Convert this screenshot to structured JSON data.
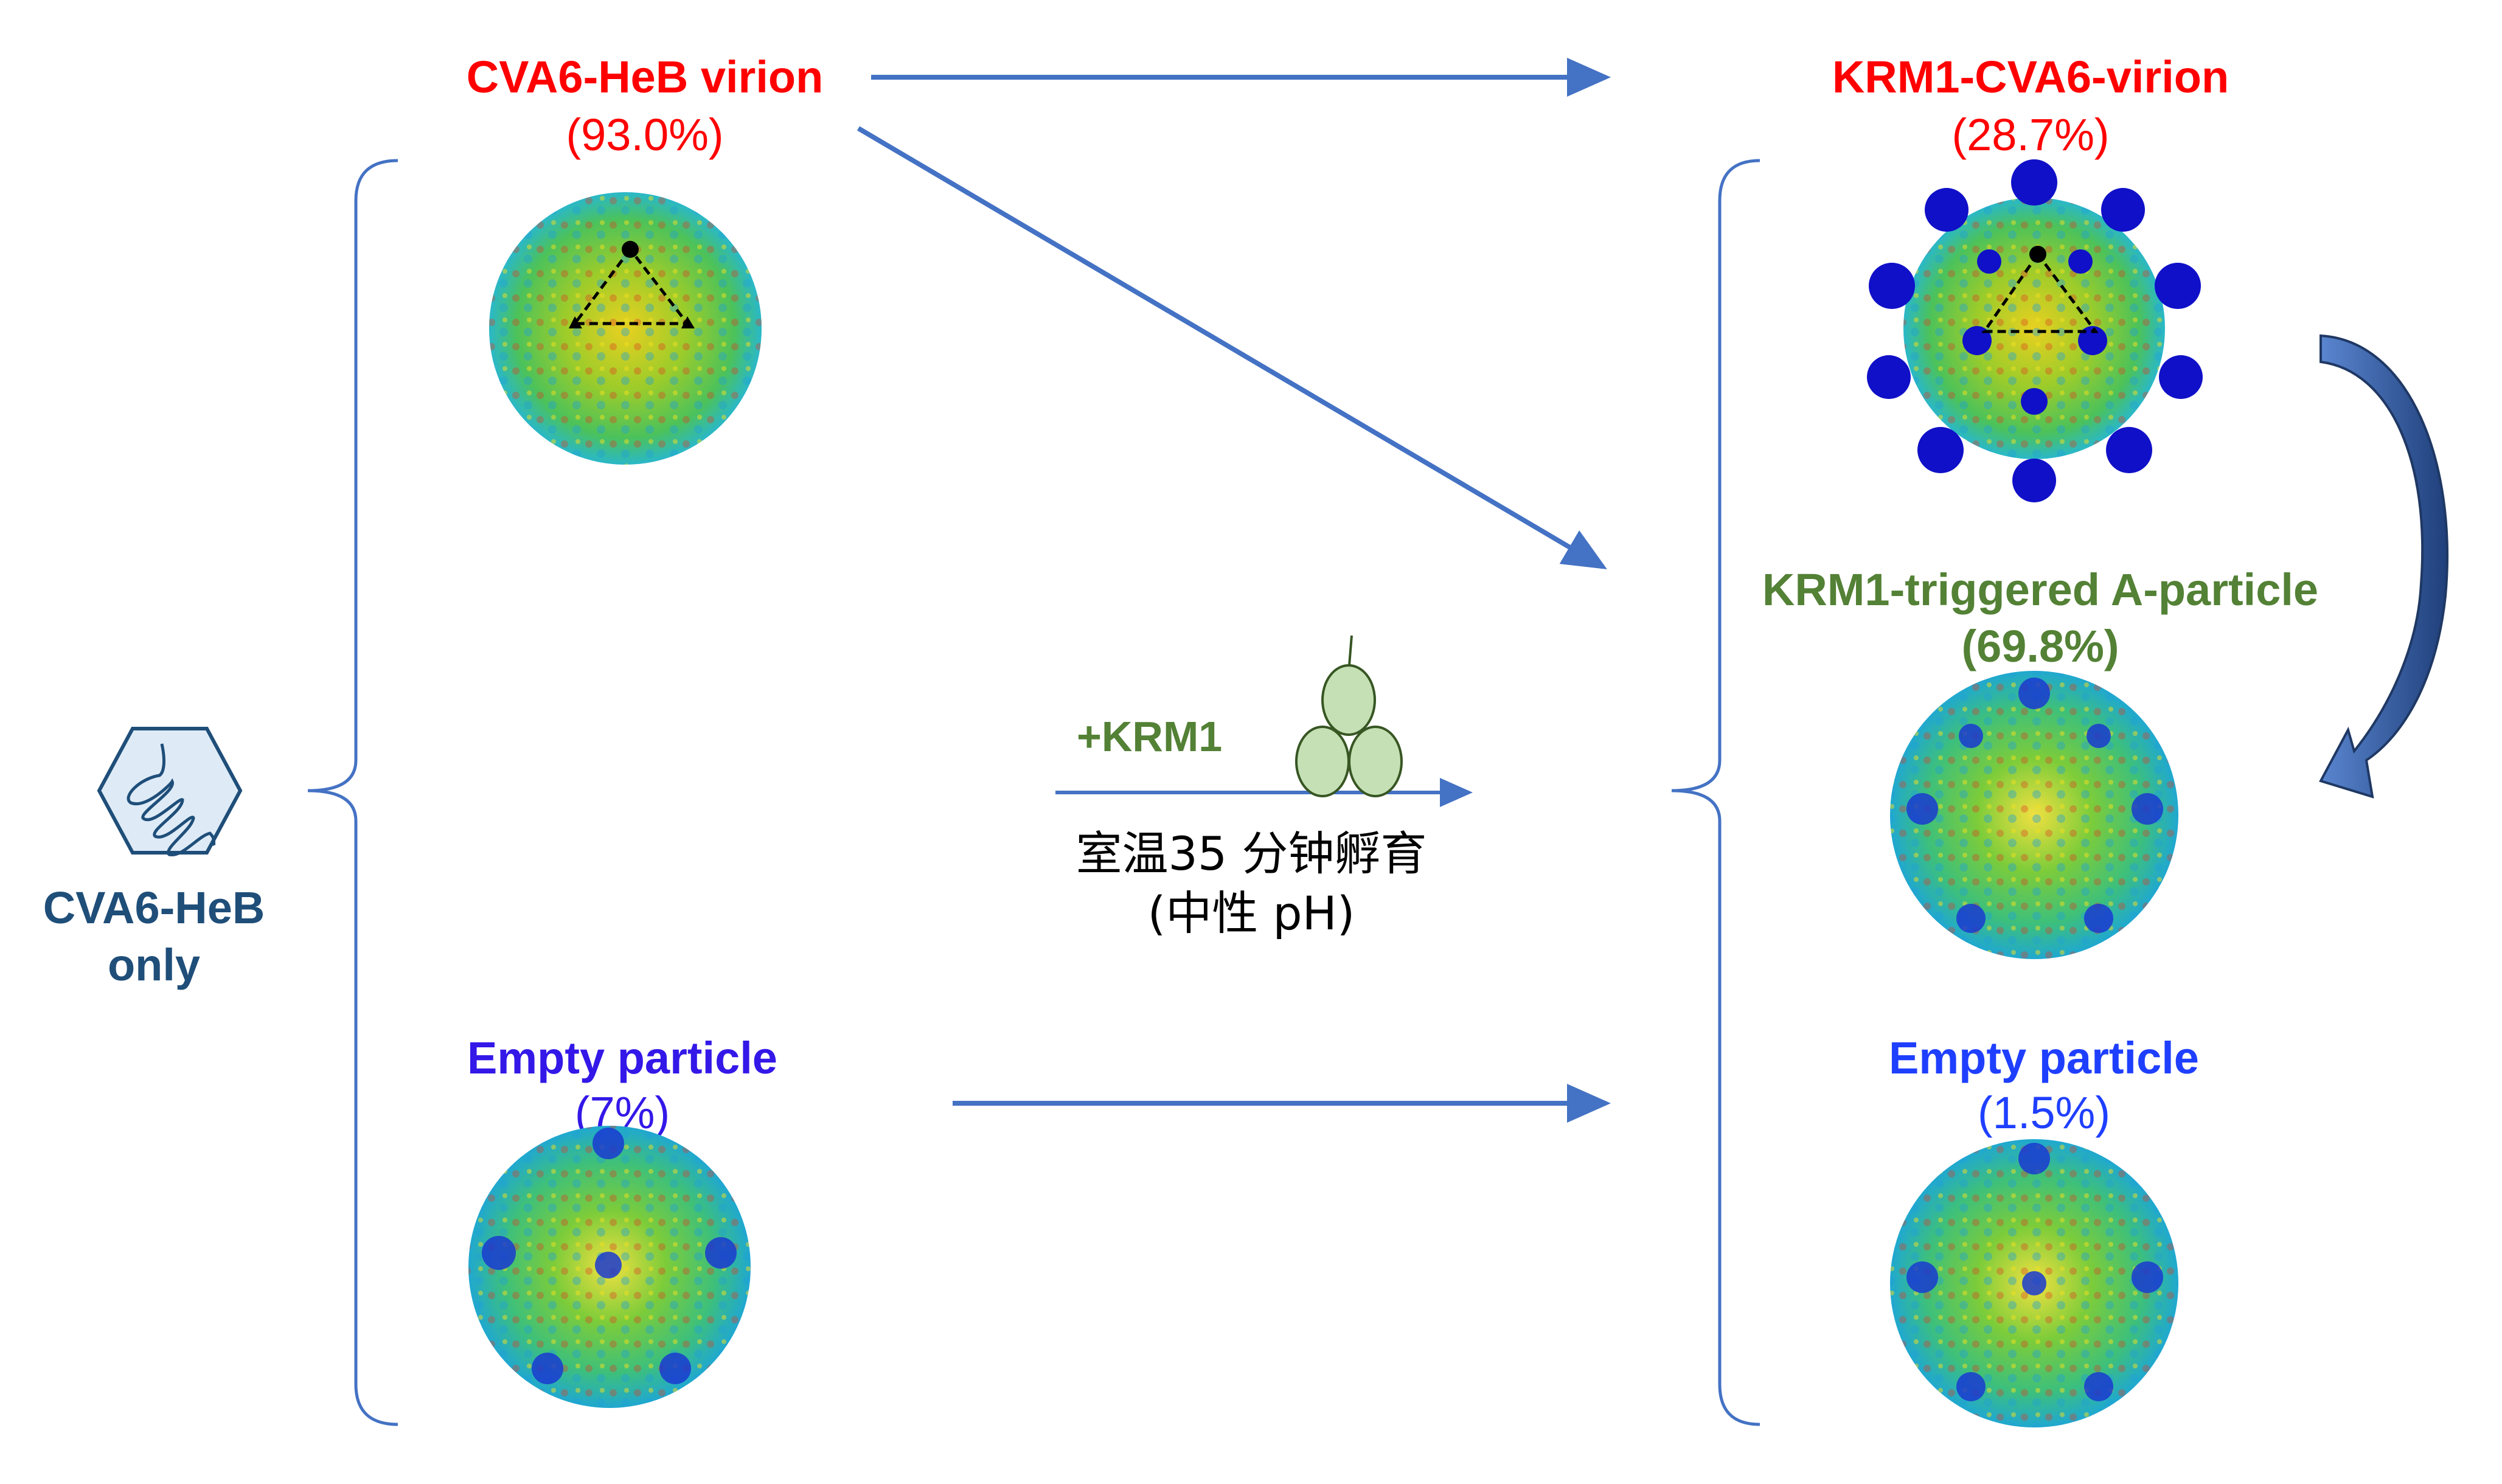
{
  "source": {
    "label_line1": "CVA6-HeB",
    "label_line2": "only",
    "icon": "virus-genome-hexagon-icon"
  },
  "before": {
    "virion": {
      "name": "CVA6-HeB virion",
      "percent": "(93.0%)"
    },
    "empty": {
      "name": "Empty particle",
      "percent": "(7%)"
    }
  },
  "treatment": {
    "reagent": "+KRM1",
    "condition_line1": "室温35 分钟孵育",
    "condition_line2": "(中性 pH)",
    "icon": "krm1-protein-icon"
  },
  "after": {
    "complex": {
      "name": "KRM1-CVA6-virion",
      "percent": "(28.7%)"
    },
    "a_particle": {
      "name": "KRM1-triggered A-particle",
      "percent": "(69.8%)"
    },
    "empty": {
      "name": "Empty particle",
      "percent": "(1.5%)"
    }
  },
  "colors": {
    "virion_label": "#ff0000",
    "a_particle_label": "#538135",
    "empty_label_left": "#3318e8",
    "empty_label_right": "#1f3fff",
    "source_label": "#1f4e79",
    "arrow": "#4472c4",
    "curved_arrow": "#2f5597"
  }
}
